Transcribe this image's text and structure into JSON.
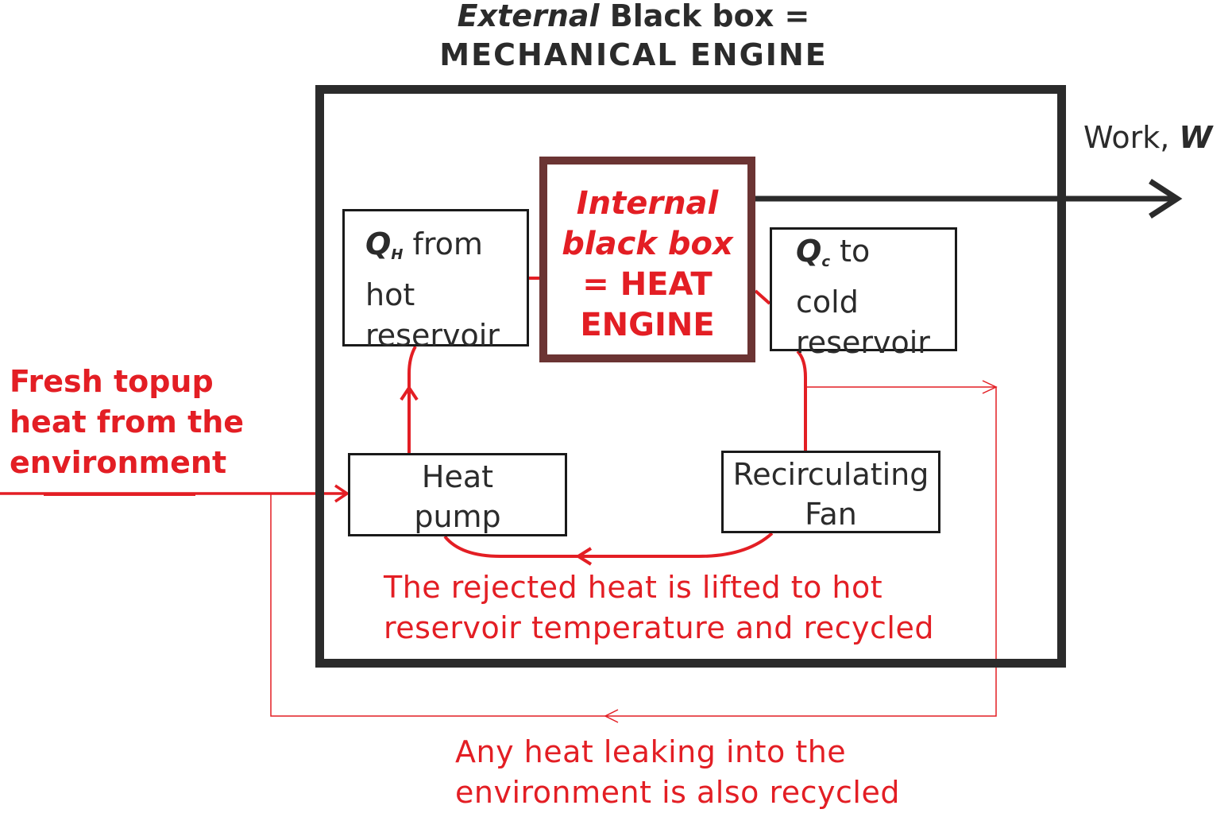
{
  "title": {
    "line1_italic": "External",
    "line1_rest": " Black box =",
    "line2": "MECHANICAL ENGINE"
  },
  "hot_reservoir": {
    "symbol": "Q",
    "subscript": "H",
    "line1_rest": " from",
    "line2": "hot",
    "line3": "reservoir"
  },
  "heat_engine": {
    "line1": "Internal",
    "line2": "black box",
    "line3": "= HEAT",
    "line4": "ENGINE"
  },
  "cold_reservoir": {
    "symbol": "Q",
    "subscript": "c",
    "line1_rest": " to",
    "line2": "cold",
    "line3": "reservoir"
  },
  "heat_pump": {
    "line1": "Heat",
    "line2": "pump"
  },
  "fan": {
    "line1": "Recirculating",
    "line2": "Fan"
  },
  "work": {
    "label": "Work, ",
    "symbol": "W"
  },
  "fresh_heat": {
    "line1": "Fresh topup",
    "line2": "heat from the",
    "line3": "environment"
  },
  "rejected_note": {
    "line1": "The rejected heat is lifted to hot",
    "line2": "reservoir temperature and recycled"
  },
  "leak_note": {
    "line1": "Any heat leaking into the",
    "line2": "environment is also recycled"
  },
  "colors": {
    "dark": "#2b2b2b",
    "red": "#e31e24",
    "engine_border": "#6b3433"
  }
}
